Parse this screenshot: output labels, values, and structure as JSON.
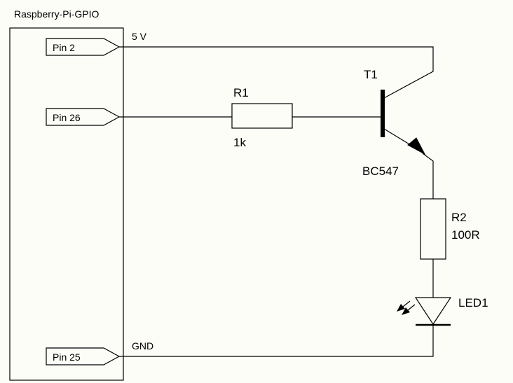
{
  "board": {
    "title": "Raspberry-Pi-GPIO"
  },
  "pins": [
    {
      "label": "Pin 2",
      "net": "5 V"
    },
    {
      "label": "Pin 26",
      "net": ""
    },
    {
      "label": "Pin 25",
      "net": "GND"
    }
  ],
  "r1": {
    "name": "R1",
    "value": "1k"
  },
  "t1": {
    "name": "T1",
    "type": "BC547"
  },
  "r2": {
    "name": "R2",
    "value": "100R"
  },
  "led1": {
    "name": "LED1"
  }
}
